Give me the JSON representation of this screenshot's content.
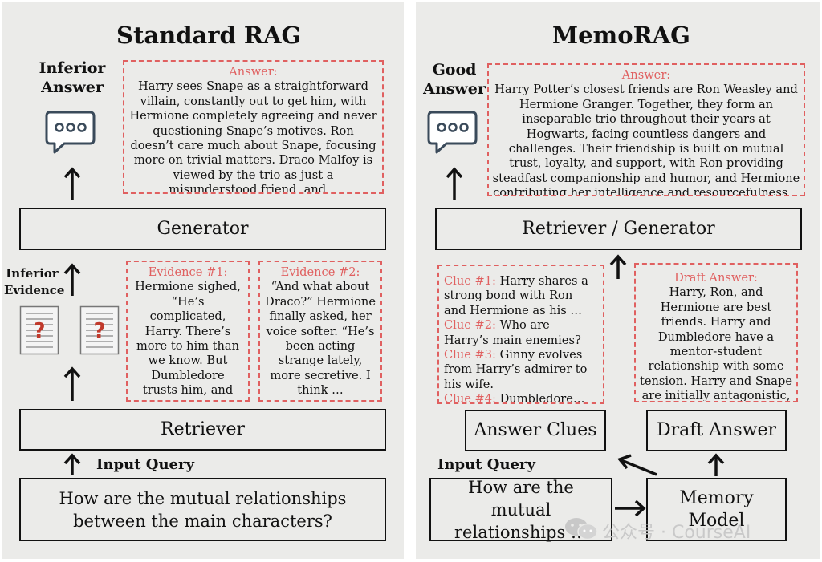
{
  "standard": {
    "title": "Standard RAG",
    "answer_label": "Inferior\nAnswer",
    "answer_head": "Answer:",
    "answer_text": "Harry sees Snape as a straightforward villain, constantly out to get him, with Hermione completely agreeing and never questioning Snape’s motives. Ron doesn’t care much about Snape, focusing more on trivial matters. Draco Malfoy is viewed by the trio as just a misunderstood friend, and…",
    "generator": "Generator",
    "evidence_label": "Inferior\nEvidence",
    "evidence1_head": "Evidence #1:",
    "evidence1_text": "Hermione sighed, “He’s complicated, Harry. There’s more to him than we know. But Dumbledore trusts him, and that has…",
    "evidence2_head": "Evidence #2:",
    "evidence2_text": "“And what about Draco?” Hermione finally asked, her voice softer. “He’s been acting strange lately, more secretive. I think …",
    "retriever": "Retriever",
    "input_label": "Input Query",
    "query": "How are the mutual relationships between the main characters?"
  },
  "memorag": {
    "title": "MemoRAG",
    "answer_label": "Good\nAnswer",
    "answer_head": "Answer:",
    "answer_text": "Harry Potter’s closest friends are Ron Weasley and Hermione Granger. Together, they form an inseparable trio throughout their years at Hogwarts, facing countless dangers and challenges. Their friendship is built on mutual trust, loyalty, and support, with Ron providing steadfast companionship and humor, and Hermione contributing her intelligence and resourcefulness…",
    "retriever_generator": "Retriever / Generator",
    "clues": [
      {
        "key": "Clue #1:",
        "text": "Harry shares a strong bond with Ron and Hermione as his …"
      },
      {
        "key": "Clue #2:",
        "text": "Who are Harry’s main enemies?"
      },
      {
        "key": "Clue #3:",
        "text": "Ginny evolves from Harry’s admirer to his wife."
      },
      {
        "key": "Clue #4:",
        "text": "Dumbledore…"
      }
    ],
    "draft_head": "Draft Answer:",
    "draft_text": "Harry, Ron, and Hermione are best friends. Harry and Dumbledore have a mentor-student relationship with some tension. Harry and Snape are initially antagonistic, but …",
    "answer_clues": "Answer Clues",
    "draft_answer": "Draft Answer",
    "input_label": "Input Query",
    "query": "How are the mutual relationships …",
    "memory_model": "Memory Model"
  },
  "watermark": "公众号 · CourseAI",
  "colors": {
    "dashed": "#e06060",
    "panel": "#ebebe9",
    "doc_q": "#c0392b"
  }
}
